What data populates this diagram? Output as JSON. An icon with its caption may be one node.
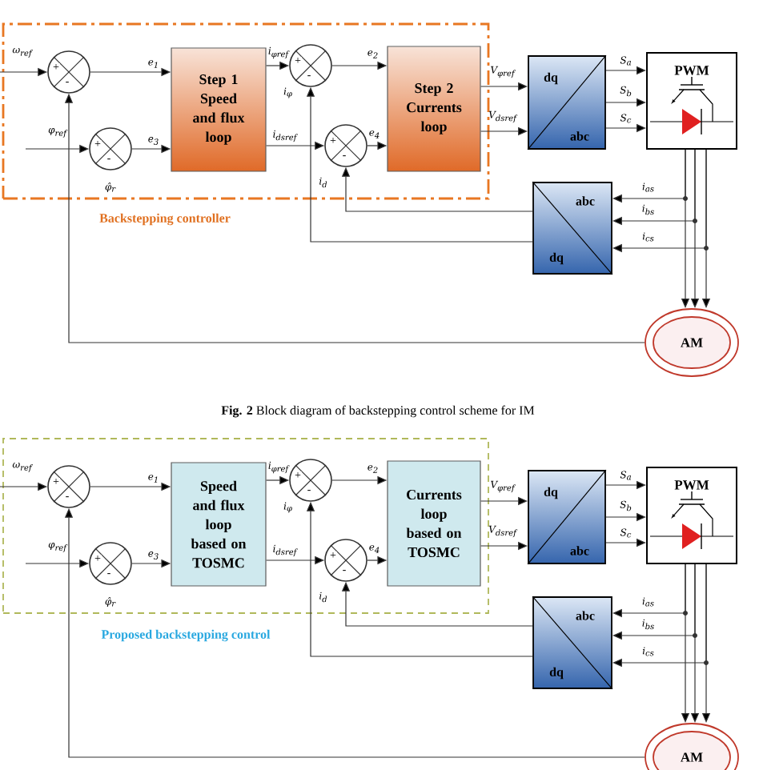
{
  "diagram": {
    "caption": "**Fig. 2** Block diagram of backstepping control scheme for IM",
    "nodes": [
      {
        "text": [
          "Backstepping controller"
        ]
      },
      {
        "text": [
          "+",
          "-"
        ],
        "in": 0
      },
      {
        "text": [
          "+",
          "-"
        ],
        "in": 0,
        "beside": [
          "φ̂$_{r}$"
        ]
      },
      {
        "text": [
          "Step 1 Speed and flux loop"
        ],
        "in": 0
      },
      {
        "text": [
          "+",
          "-"
        ],
        "in": 0,
        "beside": [
          "i$_{φ}$"
        ]
      },
      {
        "text": [
          "+",
          "-"
        ],
        "in": 0,
        "beside": [
          "i$_{d}$"
        ]
      },
      {
        "text": [
          "Step 2 Currents loop"
        ],
        "in": 0
      },
      {
        "text": [
          "dq",
          "abc"
        ]
      },
      {
        "text": [
          "PWM"
        ]
      },
      {
        "text": [
          "abc",
          "dq"
        ]
      },
      {
        "text": [
          "AM"
        ]
      },
      {
        "text": [
          "Proposed backstepping control"
        ]
      },
      {
        "text": [
          "+",
          "-"
        ],
        "in": 11
      },
      {
        "text": [
          "+",
          "-"
        ],
        "in": 11,
        "beside": [
          "φ̂$_{r}$"
        ]
      },
      {
        "text": [
          "Speed and flux loop based on TOSMC"
        ],
        "in": 11
      },
      {
        "text": [
          "+",
          "-"
        ],
        "in": 11,
        "beside": [
          "i$_{φ}$"
        ]
      },
      {
        "text": [
          "+",
          "-"
        ],
        "in": 11,
        "beside": [
          "i$_{d}$"
        ]
      },
      {
        "text": [
          "Currents loop based on TOSMC"
        ],
        "in": 11
      },
      {
        "text": [
          "dq",
          "abc"
        ]
      },
      {
        "text": [
          "PWM"
        ]
      },
      {
        "text": [
          "abc",
          "dq"
        ]
      },
      {
        "text": [
          "AM"
        ]
      }
    ],
    "edges": [
      {
        "from": null,
        "to": 1,
        "arrow": "to",
        "label": "ω$_{ref}$"
      },
      {
        "from": null,
        "to": 2,
        "arrow": "to",
        "label": "φ$_{ref}$"
      },
      {
        "from": 1,
        "to": 3,
        "arrow": "to",
        "label": "e$_{1}$"
      },
      {
        "from": 2,
        "to": 3,
        "arrow": "to",
        "label": "e$_{3}$"
      },
      {
        "from": 3,
        "to": 4,
        "arrow": "to",
        "label": "i$_{φref}$"
      },
      {
        "from": 3,
        "to": 5,
        "arrow": "to",
        "label": "i$_{dsref}$"
      },
      {
        "from": 4,
        "to": 6,
        "arrow": "to",
        "label": "e$_{2}$"
      },
      {
        "from": 5,
        "to": 6,
        "arrow": "to",
        "label": "e$_{4}$"
      },
      {
        "from": 6,
        "to": 7,
        "arrow": "to",
        "label": "V$_{φref}$"
      },
      {
        "from": 6,
        "to": 7,
        "arrow": "to",
        "label": "V$_{dsref}$"
      },
      {
        "from": 7,
        "to": 8,
        "arrow": "to",
        "label": "S$_{a}$"
      },
      {
        "from": 7,
        "to": 8,
        "arrow": "to",
        "label": "S$_{b}$"
      },
      {
        "from": 7,
        "to": 8,
        "arrow": "to",
        "label": "S$_{c}$"
      },
      {
        "from": 8,
        "to": 10,
        "arrow": "to"
      },
      {
        "from": 8,
        "to": 10,
        "arrow": "to"
      },
      {
        "from": 8,
        "to": 10,
        "arrow": "to"
      },
      {
        "from": 8,
        "to": 9,
        "arrow": "to",
        "label": "i$_{as}$"
      },
      {
        "from": 8,
        "to": 9,
        "arrow": "to",
        "label": "i$_{bs}$"
      },
      {
        "from": 8,
        "to": 9,
        "arrow": "to",
        "label": "i$_{cs}$"
      },
      {
        "from": 9,
        "to": 5,
        "arrow": "to"
      },
      {
        "from": 9,
        "to": 4,
        "arrow": "to"
      },
      {
        "from": 10,
        "to": 1,
        "arrow": "to"
      },
      {
        "from": null,
        "to": 12,
        "arrow": "to",
        "label": "ω$_{ref}$"
      },
      {
        "from": null,
        "to": 13,
        "arrow": "to",
        "label": "φ$_{ref}$"
      },
      {
        "from": 12,
        "to": 14,
        "arrow": "to",
        "label": "e$_{1}$"
      },
      {
        "from": 13,
        "to": 14,
        "arrow": "to",
        "label": "e$_{3}$"
      },
      {
        "from": 14,
        "to": 15,
        "arrow": "to",
        "label": "i$_{φref}$"
      },
      {
        "from": 14,
        "to": 16,
        "arrow": "to",
        "label": "i$_{dsref}$"
      },
      {
        "from": 15,
        "to": 17,
        "arrow": "to",
        "label": "e$_{2}$"
      },
      {
        "from": 16,
        "to": 17,
        "arrow": "to",
        "label": "e$_{4}$"
      },
      {
        "from": 17,
        "to": 18,
        "arrow": "to",
        "label": "V$_{φref}$"
      },
      {
        "from": 17,
        "to": 18,
        "arrow": "to",
        "label": "V$_{dsref}$"
      },
      {
        "from": 18,
        "to": 19,
        "arrow": "to",
        "label": "S$_{a}$"
      },
      {
        "from": 18,
        "to": 19,
        "arrow": "to",
        "label": "S$_{b}$"
      },
      {
        "from": 18,
        "to": 19,
        "arrow": "to",
        "label": "S$_{c}$"
      },
      {
        "from": 19,
        "to": 21,
        "arrow": "to"
      },
      {
        "from": 19,
        "to": 21,
        "arrow": "to"
      },
      {
        "from": 19,
        "to": 21,
        "arrow": "to"
      },
      {
        "from": 19,
        "to": 20,
        "arrow": "to",
        "label": "i$_{as}$"
      },
      {
        "from": 19,
        "to": 20,
        "arrow": "to",
        "label": "i$_{bs}$"
      },
      {
        "from": 19,
        "to": 20,
        "arrow": "to",
        "label": "i$_{cs}$"
      },
      {
        "from": 20,
        "to": 16,
        "arrow": "to"
      },
      {
        "from": 20,
        "to": 15,
        "arrow": "to"
      },
      {
        "from": 21,
        "to": 12,
        "arrow": "to"
      }
    ]
  }
}
